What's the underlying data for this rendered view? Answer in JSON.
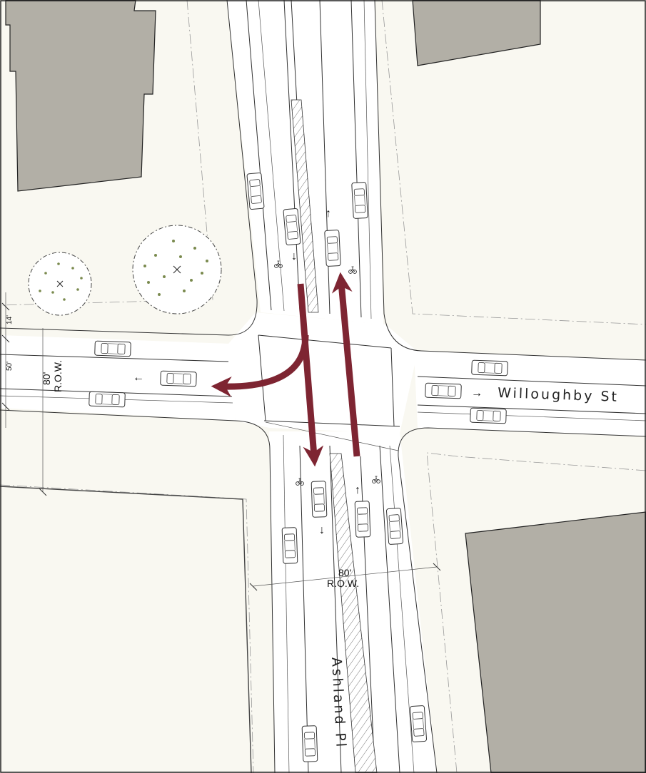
{
  "colors": {
    "sidewalk": "#f9f8f1",
    "road": "#ffffff",
    "building": "#b2afa6",
    "route_arrow": "#7e2532",
    "tree_foliage": "#7a8a4e",
    "line": "#333333"
  },
  "labels": {
    "street_willoughby": "Willoughby St",
    "street_ashland": "Ashland Pl",
    "row_west_width": "80'",
    "row_west_abbr": "R.O.W.",
    "row_south_width": "80'",
    "row_south_abbr": "R.O.W.",
    "dim_west_upper": "14'",
    "dim_west_lower": "50'"
  },
  "glyphs": {
    "arrow_up": "↑",
    "arrow_down": "↓",
    "arrow_left": "←",
    "arrow_right": "→",
    "bike": "🚲"
  },
  "icons": {
    "car": "car-icon",
    "bike": "bike-lane-symbol-icon",
    "tree": "tree-icon"
  }
}
